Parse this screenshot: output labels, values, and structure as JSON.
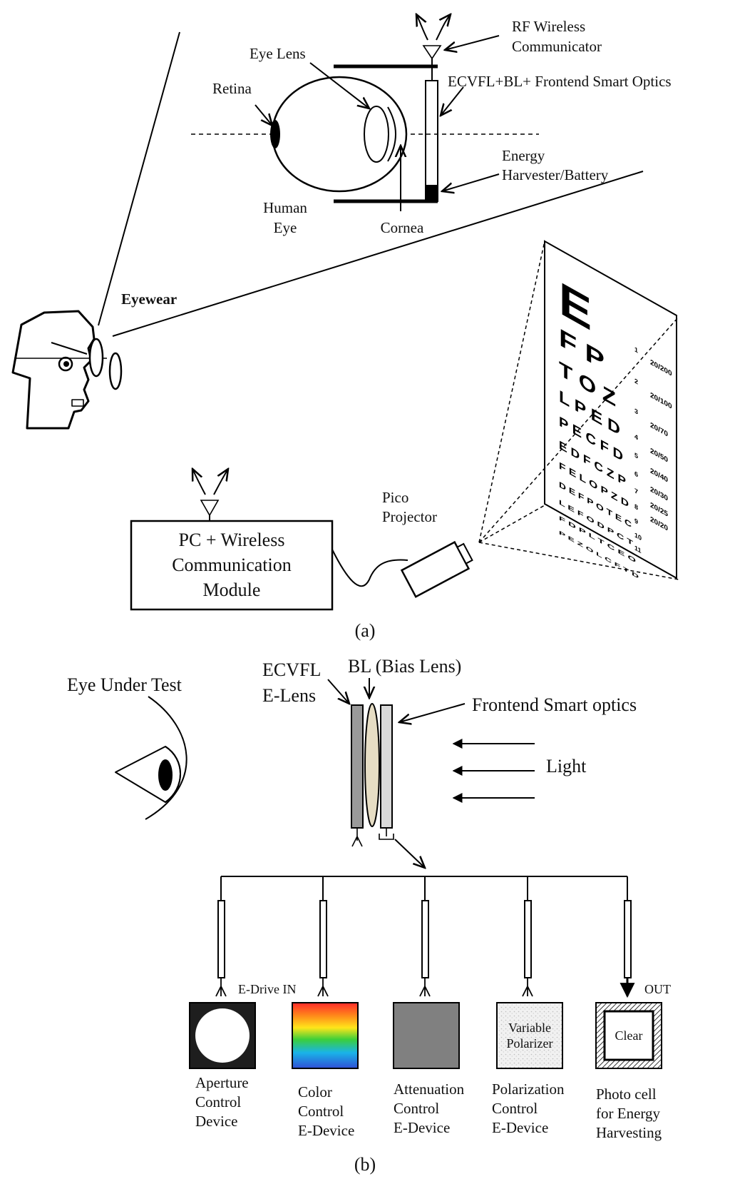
{
  "panel_a": {
    "caption": "(a)",
    "rf_label_1": "RF Wireless",
    "rf_label_2": "Communicator",
    "eye_lens": "Eye Lens",
    "retina": "Retina",
    "ecvfl_frontend": "ECVFL+BL+ Frontend Smart Optics",
    "energy_1": "Energy",
    "energy_2": "Harvester/Battery",
    "human_1": "Human",
    "human_2": "Eye",
    "cornea": "Cornea",
    "eyewear": "Eyewear",
    "pc_1": "PC + Wireless",
    "pc_2": "Communication",
    "pc_3": "Module",
    "pico_1": "Pico",
    "pico_2": "Projector",
    "chart_letters": [
      {
        "text": "E"
      },
      {
        "text": "F P"
      },
      {
        "text": "T O Z"
      },
      {
        "text": "L P E D"
      },
      {
        "text": "P E C F D"
      },
      {
        "text": "E D F C Z P"
      },
      {
        "text": "F E L O P Z D"
      },
      {
        "text": "D E F P O T E C"
      },
      {
        "text": "L E F O D P C T"
      },
      {
        "text": "F D P L T C E O"
      },
      {
        "text": "P E Z O L C F T D"
      }
    ],
    "line_numbers": [
      "1",
      "2",
      "3",
      "4",
      "5",
      "6",
      "7",
      "8",
      "9",
      "10",
      "11"
    ],
    "acuity": [
      "20/200",
      "20/100",
      "20/70",
      "20/50",
      "20/40",
      "20/30",
      "20/25",
      "20/20"
    ]
  },
  "panel_b": {
    "caption": "(b)",
    "eye_under_test": "Eye Under Test",
    "ecvfl_1": "ECVFL",
    "ecvfl_2": "E-Lens",
    "bl": "BL (Bias Lens)",
    "frontend": "Frontend Smart optics",
    "light": "Light",
    "edrive": "E-Drive IN",
    "out": "OUT",
    "var_pol_1": "Variable",
    "var_pol_2": "Polarizer",
    "clear": "Clear",
    "devices": [
      {
        "lines": [
          "Aperture",
          "Control",
          "Device"
        ]
      },
      {
        "lines": [
          "Color",
          "Control",
          "E-Device"
        ]
      },
      {
        "lines": [
          "Attenuation",
          "Control",
          "E-Device"
        ]
      },
      {
        "lines": [
          "Polarization",
          "Control",
          "E-Device"
        ]
      },
      {
        "lines": [
          "Photo cell",
          "for Energy",
          "Harvesting"
        ]
      }
    ]
  },
  "colors": {
    "ink": "#000000",
    "lens_fill": "#e6ddc4",
    "elens_fill": "#9a9a9a",
    "front_fill": "#d9d9d9",
    "attenuation": "#808080",
    "aperture_bg": "#1e1e1e"
  }
}
